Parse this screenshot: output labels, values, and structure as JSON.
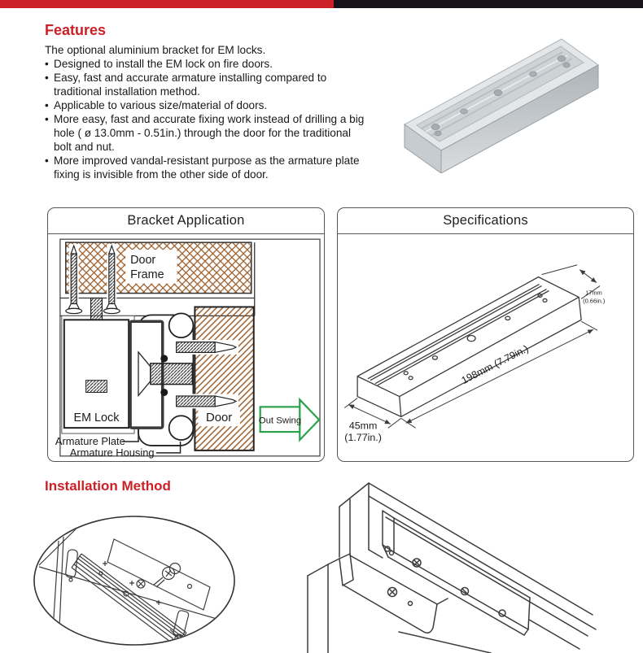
{
  "top_bar": {
    "red_color": "#cd2129",
    "black_color": "#17131b"
  },
  "features": {
    "title": "Features",
    "intro": "The optional aluminium bracket for EM locks.",
    "bullet": "•",
    "items": [
      "Designed to install the EM lock on fire doors.",
      "Easy, fast and accurate armature installing compared to traditional installation method.",
      "Applicable to various size/material of doors.",
      "More easy, fast and accurate fixing work instead of drilling a big hole ( ø 13.0mm - 0.51in.) through the door for the traditional bolt and nut.",
      "More improved vandal-resistant purpose as the armature plate fixing is invisible from the other side of door."
    ]
  },
  "panels": {
    "bracket_application": {
      "title": "Bracket Application",
      "labels": {
        "door_frame": [
          "Door",
          "Frame"
        ],
        "em_lock": "EM Lock",
        "door": "Door",
        "out_swing": "Out Swing",
        "armature_plate": "Armature Plate",
        "armature_housing": "Armature Housing"
      }
    },
    "specifications": {
      "title": "Specifications",
      "dimensions": {
        "width_mm": "45mm",
        "width_in": "(1.77in.)",
        "length": "198mm (7.79in.)",
        "height_mm": "17mm",
        "height_in": "(0.66in.)"
      }
    }
  },
  "installation": {
    "title": "Installation Method"
  },
  "colors": {
    "accent_red": "#cc2027",
    "arrow_green": "#2aa24c",
    "hatch_brown": "#9c5c28",
    "line_dark": "#3c3c3c"
  }
}
